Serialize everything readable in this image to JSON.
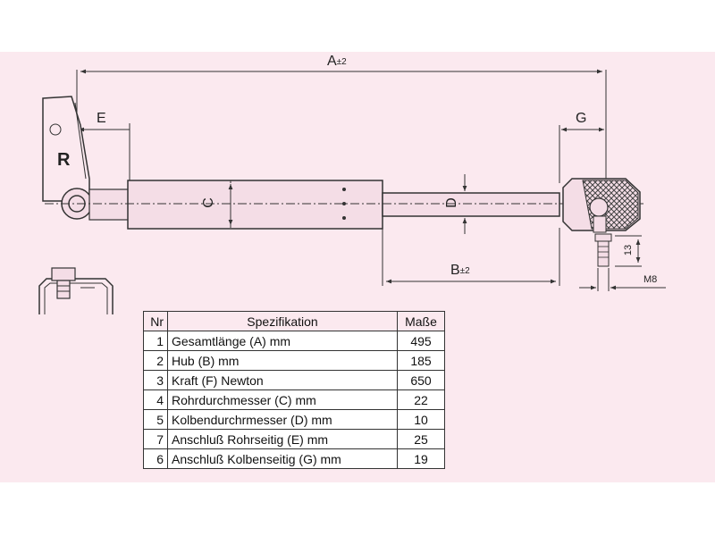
{
  "dimensions": {
    "a_label": "A",
    "a_tolerance": "±2",
    "b_label": "B",
    "b_tolerance": "±2",
    "c_label": "C",
    "d_label": "D",
    "e_label": "E",
    "g_label": "G",
    "thread_label": "M8",
    "stud_length": "13"
  },
  "side_marker": "R",
  "table": {
    "headers": {
      "nr": "Nr",
      "spec": "Spezifikation",
      "value": "Maße"
    },
    "rows": [
      {
        "nr": "1",
        "spec": "Gesamtlänge (A) mm",
        "value": "495"
      },
      {
        "nr": "2",
        "spec": "Hub (B)  mm",
        "value": "185"
      },
      {
        "nr": "3",
        "spec": "Kraft (F) Newton",
        "value": "650"
      },
      {
        "nr": "4",
        "spec": "Rohrdurchmesser (C) mm",
        "value": "22"
      },
      {
        "nr": "5",
        "spec": "Kolbendurchrmesser (D) mm",
        "value": "10"
      },
      {
        "nr": "7",
        "spec": "Anschluß Rohrseitig (E) mm",
        "value": "25"
      },
      {
        "nr": "6",
        "spec": "Anschluß Kolbenseitig (G) mm",
        "value": "19"
      }
    ]
  },
  "colors": {
    "background": "#fbe9ef",
    "line": "#333333"
  }
}
